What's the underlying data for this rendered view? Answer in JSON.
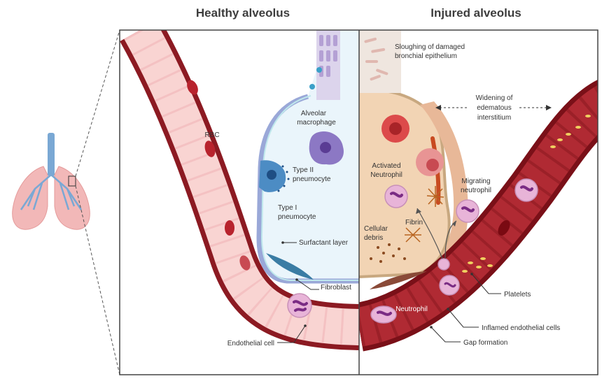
{
  "titles": {
    "healthy": "Healthy alveolus",
    "injured": "Injured alveolus"
  },
  "labels": {
    "rbc": "RBC",
    "alveolar_macrophage_1": "Alveolar",
    "alveolar_macrophage_2": "macrophage",
    "type2_1": "Type II",
    "type2_2": "pneumocyte",
    "type1_1": "Type I",
    "type1_2": "pneumocyte",
    "surfactant": "Surfactant layer",
    "fibroblast": "Fibroblast",
    "endothelial": "Endothelial cell",
    "sloughing_1": "Sloughing of damaged",
    "sloughing_2": "bronchial epithelium",
    "widening_1": "Widening of",
    "widening_2": "edematous",
    "widening_3": "interstitium",
    "activated_1": "Activated",
    "activated_2": "Neutrophil",
    "migrating_1": "Migrating",
    "migrating_2": "neutrophil",
    "fibrin": "Fibrin",
    "debris_1": "Cellular",
    "debris_2": "debris",
    "neutrophil": "Neutrophil",
    "platelets": "Platelets",
    "inflamed": "Inflamed endothelial cells",
    "gap": "Gap formation"
  },
  "colors": {
    "vessel_wall": "#8c1a22",
    "vessel_lumen_healthy": "#f9d4d2",
    "vessel_lumen_injured": "#b02a33",
    "alveolus_healthy": "#eaf5fb",
    "alveolus_injured": "#f2d4b4",
    "type1_membrane": "#9aa8d8",
    "macrophage": "#8c78c4",
    "type2_cell": "#4c8cc4",
    "neutrophil": "#e8b4d8",
    "platelet": "#f0d060"
  }
}
